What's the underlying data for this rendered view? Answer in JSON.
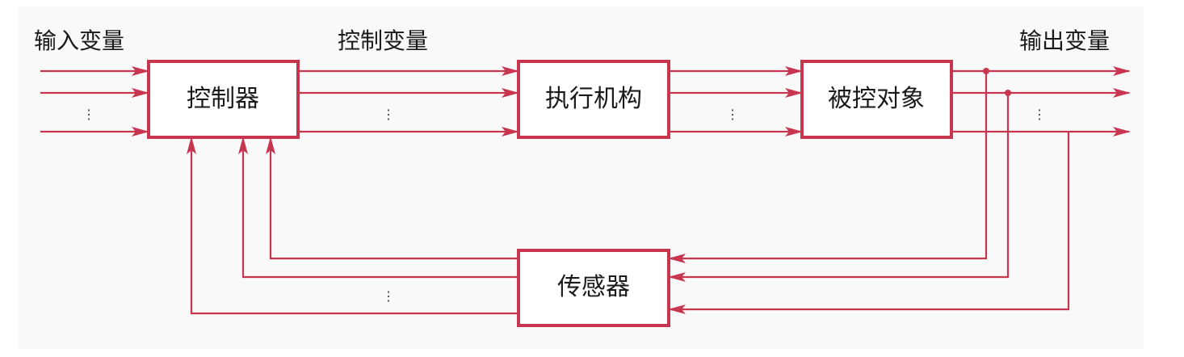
{
  "labels": {
    "input_vars": "输入变量",
    "control_vars": "控制变量",
    "output_vars": "输出变量"
  },
  "blocks": {
    "controller": "控制器",
    "actuator": "执行机构",
    "plant": "被控对象",
    "sensor": "传感器"
  },
  "ellipsis": "⋮",
  "colors": {
    "line": "#c8354f",
    "panel": "#f9f9fa",
    "text": "#1a1a1a"
  }
}
